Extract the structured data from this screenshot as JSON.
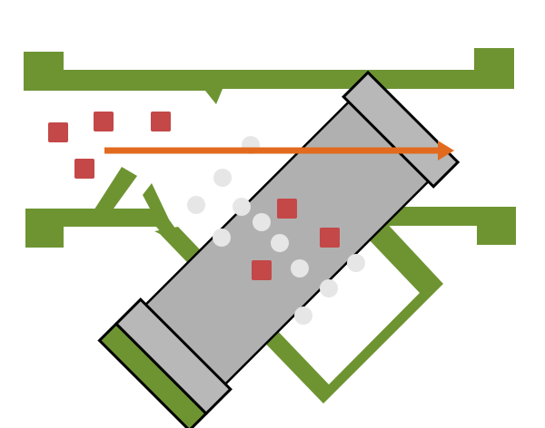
{
  "colors": {
    "background": "#ffffff",
    "housing": "#6e9432",
    "cylinder_body": "#b0b0b0",
    "end_cap": "#b8b8b8",
    "outline": "#000000",
    "beads": "#e6e6e6",
    "particles": "#c44848",
    "arrow": "#e26a1e"
  },
  "diagram": {
    "components": [
      {
        "id": "housing",
        "label": ""
      },
      {
        "id": "filter-cylinder",
        "label": ""
      },
      {
        "id": "flow-arrow",
        "label": ""
      }
    ],
    "counts": {
      "red_particles_outside": 4,
      "red_particles_inside": 3,
      "white_beads": 11
    }
  }
}
